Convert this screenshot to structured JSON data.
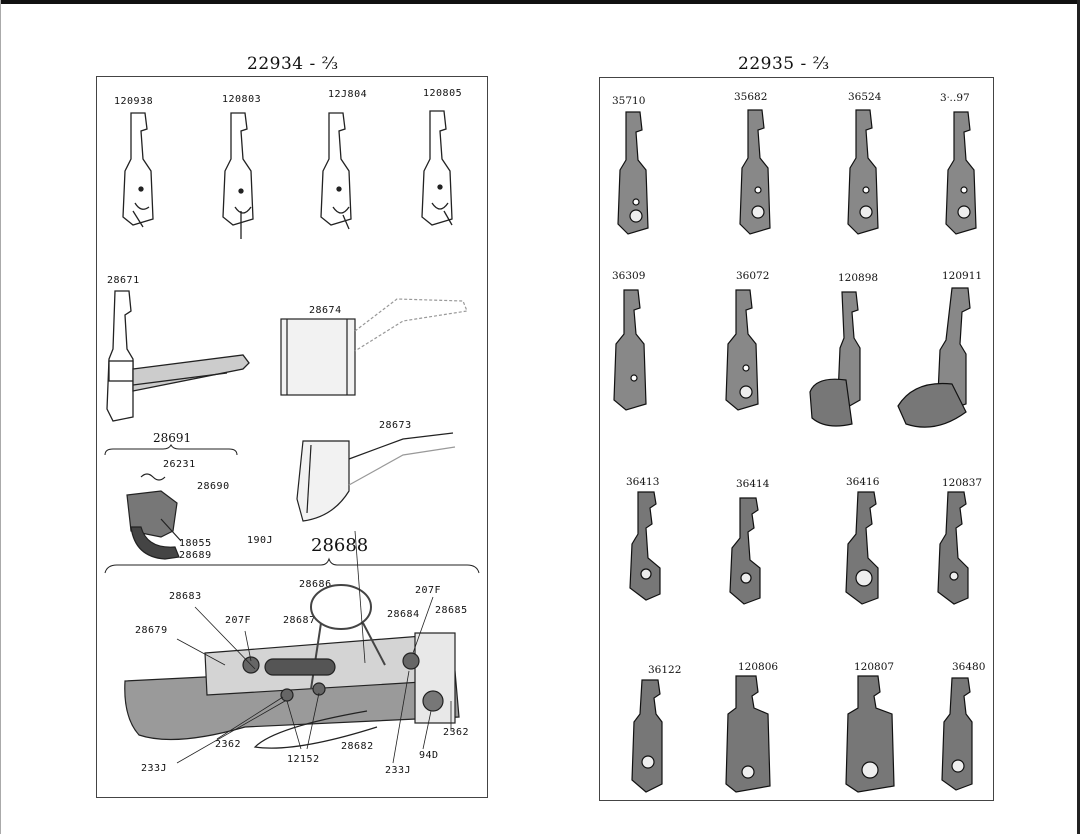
{
  "left_page": {
    "title": "22934 - ⅔",
    "row1_labels": [
      "120938",
      "120803",
      "12J804",
      "120805"
    ],
    "attachments": {
      "a": "28671",
      "b": "28674",
      "c": "28673",
      "group": "28691",
      "spring": "26231",
      "clip": "28690",
      "screw": "18055",
      "guide": "28689",
      "screw_190": "190J",
      "assembly_title": "28688"
    },
    "assembly_labels": {
      "l28683": "28683",
      "l207f_a": "207F",
      "l28679": "28679",
      "l28686": "28686",
      "l28687": "28687",
      "l207f_b": "207F",
      "l28684": "28684",
      "l28685": "28685",
      "l2362_a": "2362",
      "l2362_b": "2362",
      "l28682": "28682",
      "l12152": "12152",
      "l94d": "94D",
      "l233j_a": "233J",
      "l233j_b": "233J"
    }
  },
  "right_page": {
    "title": "22935 - ⅔",
    "row1_labels": [
      "35710",
      "35682",
      "36524",
      "3ᐧ‥97"
    ],
    "row2_labels": [
      "36309",
      "36072",
      "120898",
      "120911"
    ],
    "row3_labels": [
      "36413",
      "36414",
      "36416",
      "120837"
    ],
    "row4_labels": [
      "36122",
      "120806",
      "120807",
      "36480"
    ]
  }
}
